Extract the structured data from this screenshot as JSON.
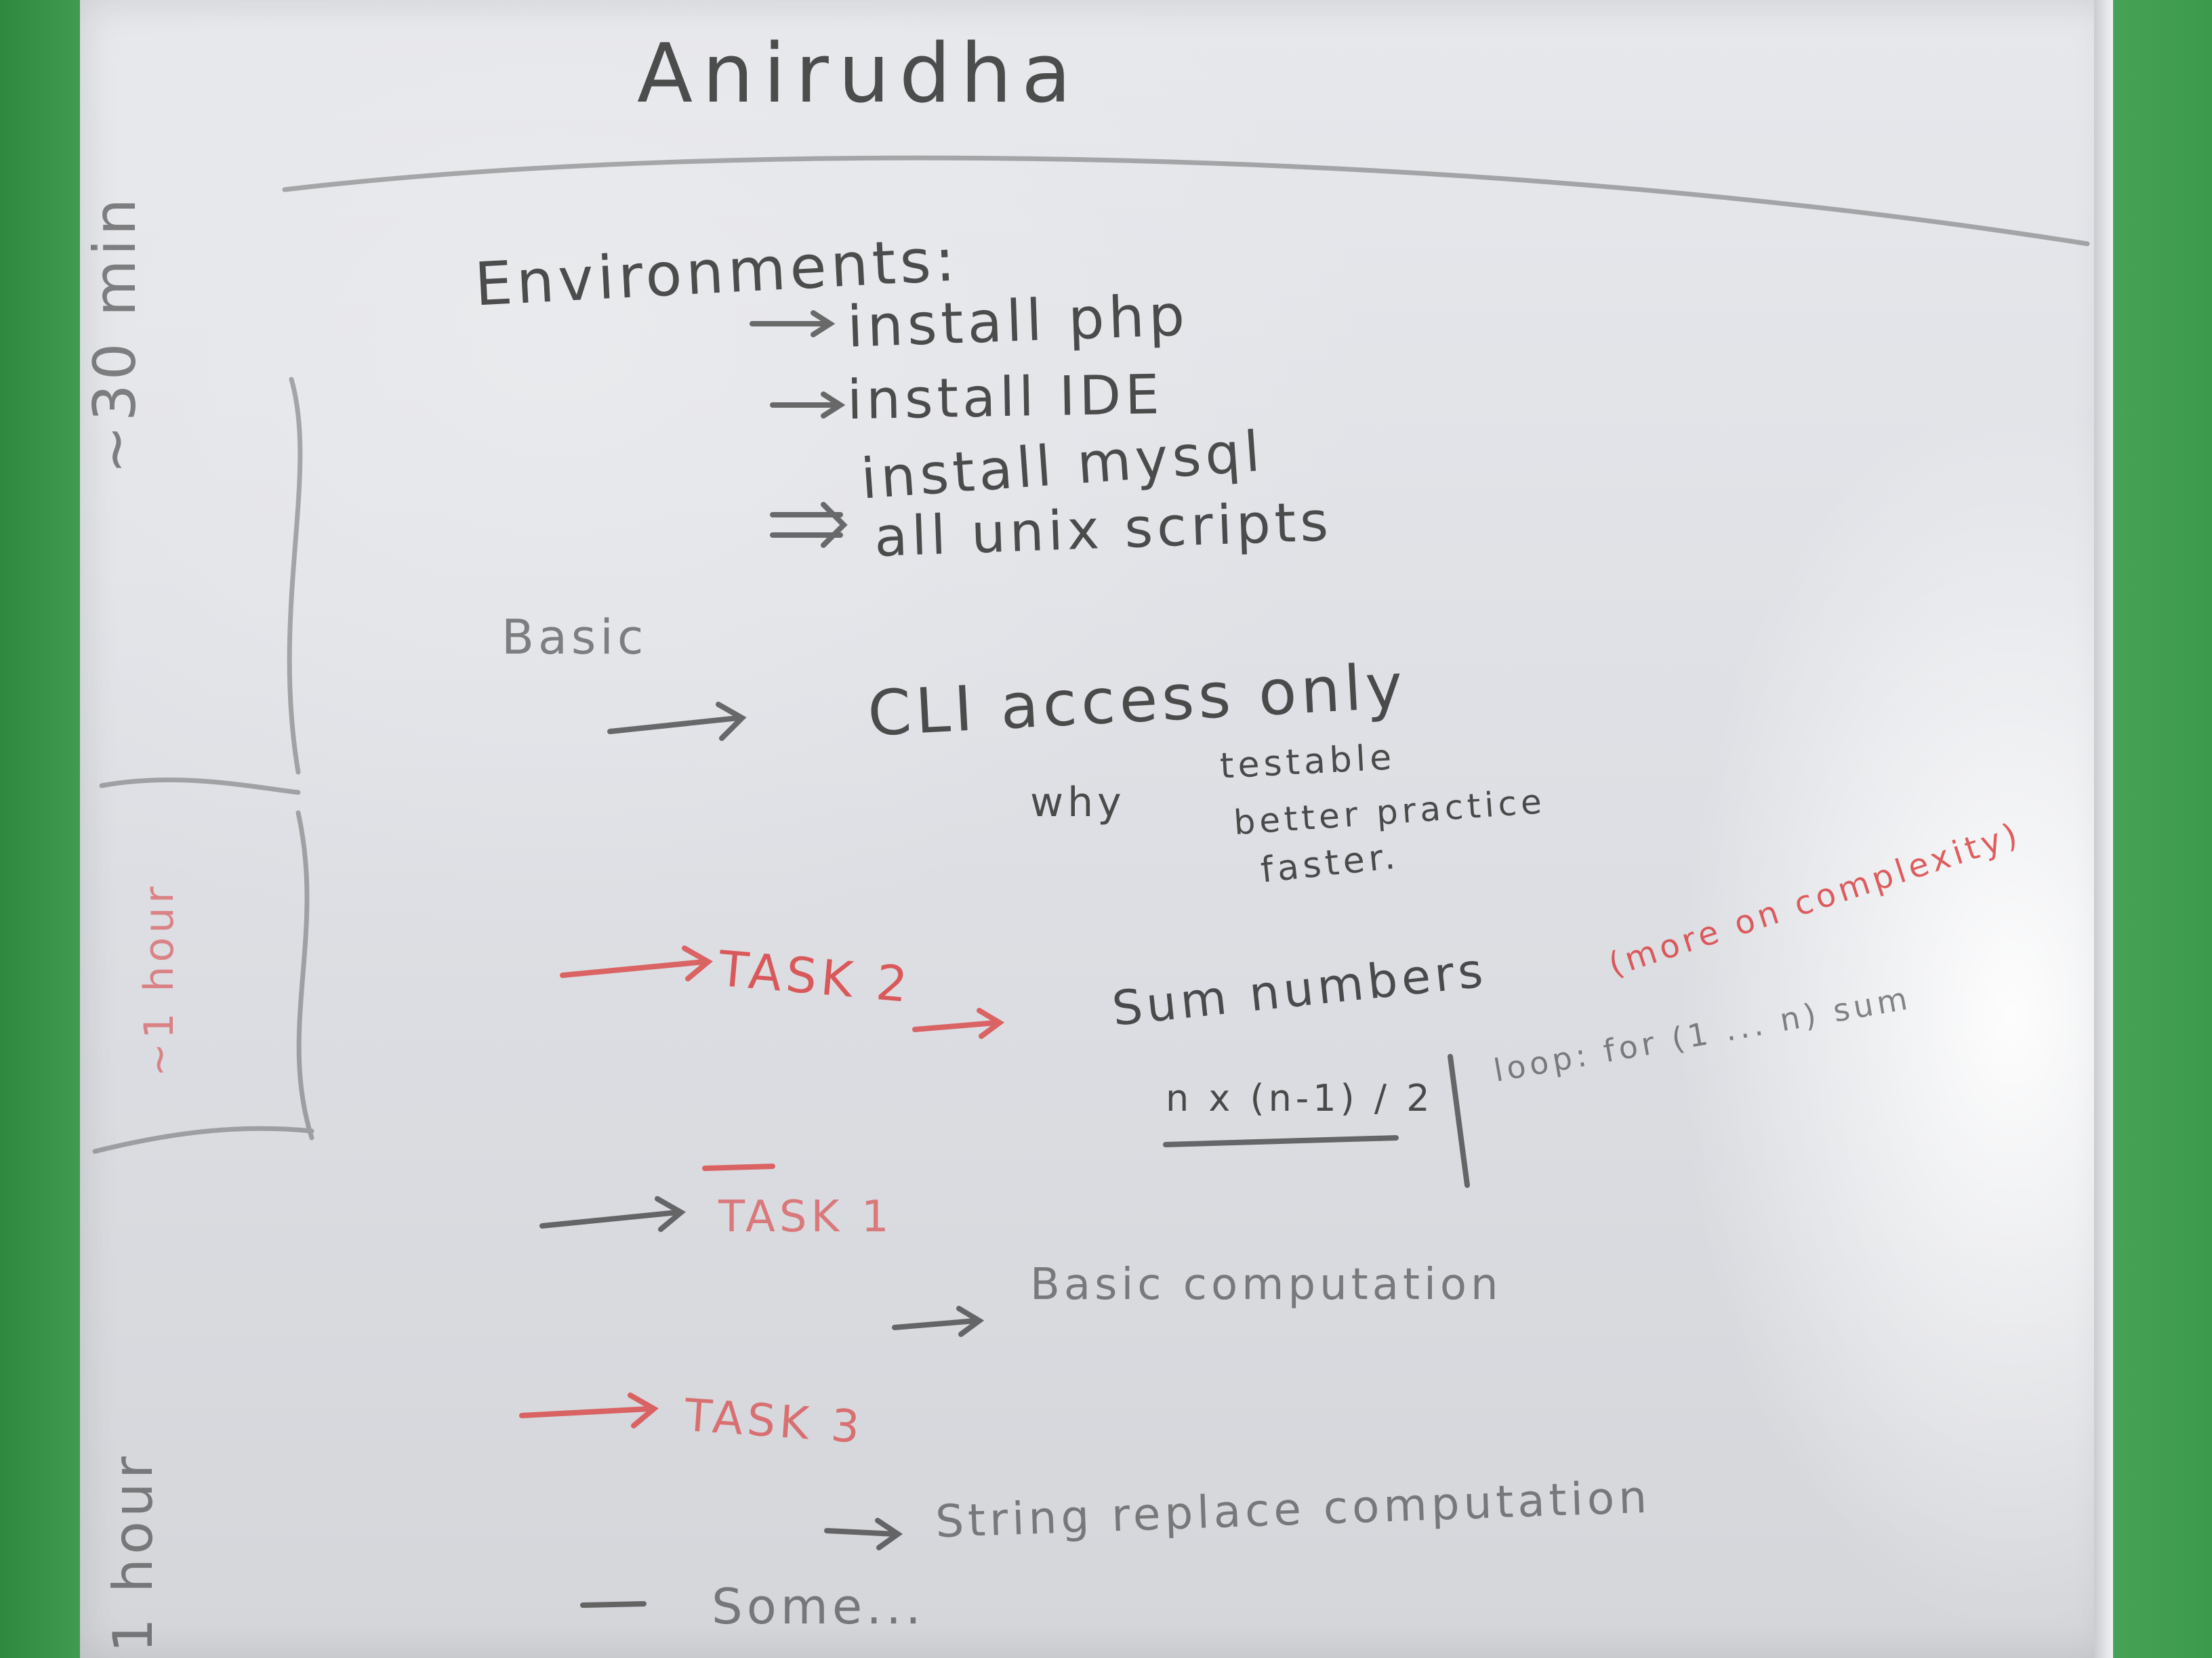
{
  "board": {
    "title": "Anirudha",
    "side_labels": [
      "~30 min",
      "~1 hour",
      "1 hour"
    ],
    "sections": {
      "environments": {
        "heading": "Environments:",
        "items": [
          "install php",
          "install IDE",
          "install mysql",
          "all unix scripts"
        ]
      },
      "basic": {
        "heading": "Basic",
        "cli": "CLI access only",
        "why_label": "why",
        "reasons": [
          "testable",
          "better practice",
          "faster."
        ]
      },
      "task2": {
        "label": "TASK 2",
        "detail": "Sum numbers",
        "note": "(more on complexity)",
        "formula": "n x (n-1) / 2",
        "alt": "loop: for (1 ... n) sum"
      },
      "task1": {
        "label": "TASK 1",
        "detail": "Basic computation"
      },
      "task3": {
        "label": "TASK 3",
        "detail": "String replace computation"
      },
      "footer": "Some..."
    }
  },
  "colors": {
    "marker_black": "#2a2a2a",
    "marker_red": "#d9393a",
    "board": "#e3e5e9",
    "wall": "#3f9a4e"
  }
}
